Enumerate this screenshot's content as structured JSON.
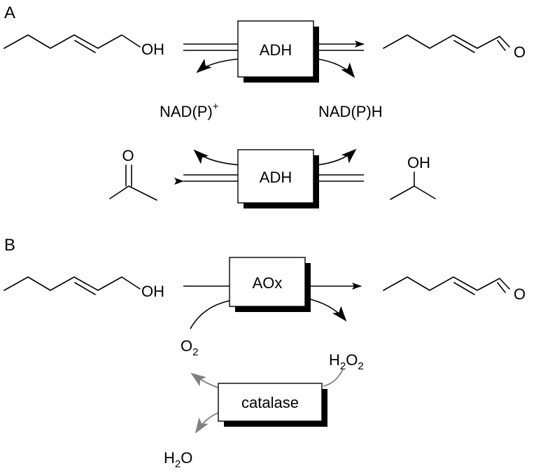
{
  "panels": {
    "a": "A",
    "b": "B"
  },
  "enzymes": {
    "adh_top": "ADH",
    "adh_bottom": "ADH",
    "aox": "AOx",
    "catalase": "catalase"
  },
  "molecules": {
    "a_substrate_oh": "OH",
    "a_product_o": "O",
    "acetone_o": "O",
    "isopropanol_oh": "OH",
    "b_substrate_oh": "OH",
    "b_product_o": "O"
  },
  "cofactors": {
    "nadp_plus": "NAD(P)",
    "nadp_plus_sup": "+",
    "nadph": "NAD(P)H"
  },
  "species": {
    "o2_main": "O",
    "o2_sub": "2",
    "h2o2_h": "H",
    "h2o2_sub1": "2",
    "h2o2_o": "O",
    "h2o2_sub2": "2",
    "h2o_h": "H",
    "h2o_sub": "2",
    "h2o_o": "O"
  },
  "colors": {
    "black": "#000000",
    "grey_arrow": "#808080"
  }
}
